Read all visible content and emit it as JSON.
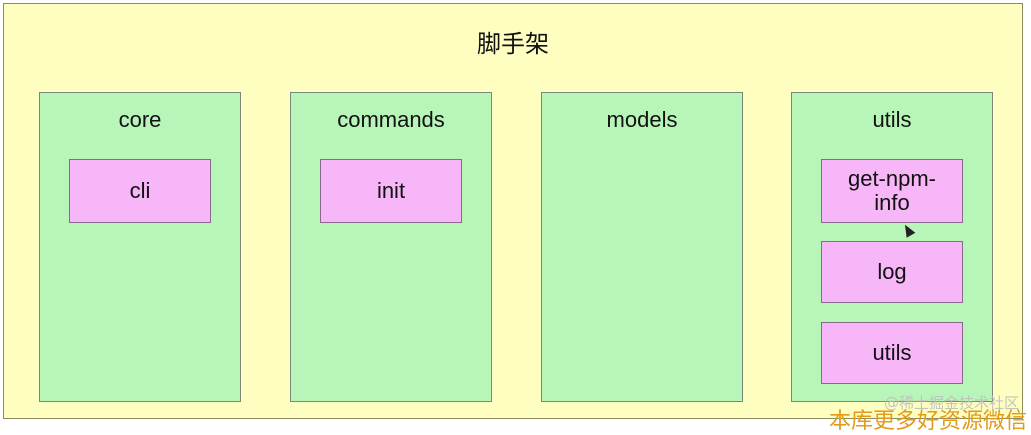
{
  "diagram": {
    "title": "脚手架",
    "modules": [
      {
        "label": "core",
        "packages": [
          "cli"
        ]
      },
      {
        "label": "commands",
        "packages": [
          "init"
        ]
      },
      {
        "label": "models",
        "packages": []
      },
      {
        "label": "utils",
        "packages": [
          "get-npm-info",
          "log",
          "utils"
        ]
      }
    ]
  },
  "watermark": "@稀土掘金技术社区",
  "bottom_overlay": "本库更多好资源微信"
}
